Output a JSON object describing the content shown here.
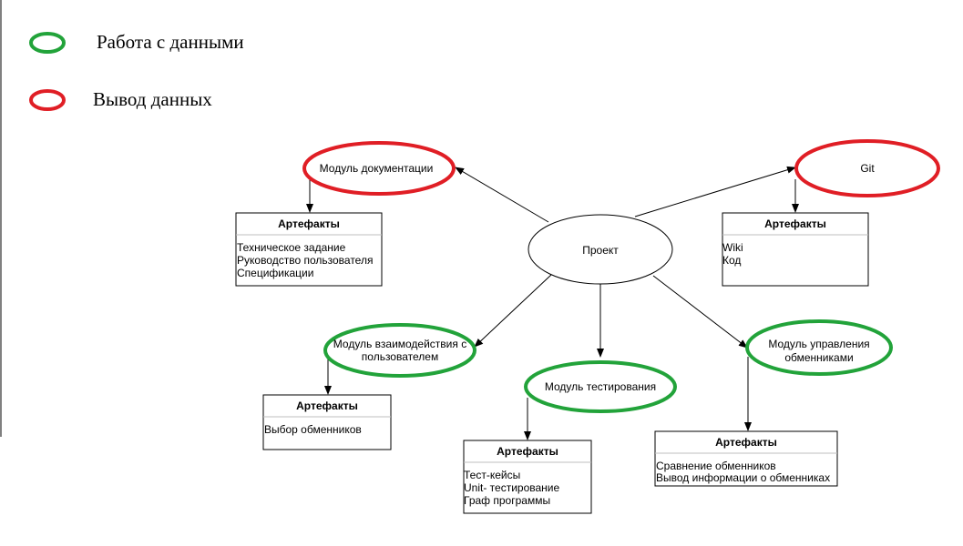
{
  "colors": {
    "green": "#22a33a",
    "red": "#e01e25",
    "stroke": "#000000"
  },
  "legend": {
    "green_label": "Работа с данными",
    "red_label": "Вывод данных"
  },
  "center": {
    "label": "Проект"
  },
  "nodes": {
    "doc": {
      "label": "Модуль документации",
      "artifacts_title": "Артефакты",
      "artifacts": [
        "Техническое задание",
        "Руководство пользователя",
        "Спецификации"
      ]
    },
    "git": {
      "label": "Git",
      "artifacts_title": "Артефакты",
      "artifacts": [
        "Wiki",
        "Код"
      ]
    },
    "ui": {
      "label_line1": "Модуль взаимодействия с",
      "label_line2": "пользователем",
      "artifacts_title": "Артефакты",
      "artifacts": [
        "Выбор обменников"
      ]
    },
    "test": {
      "label": "Модуль тестирования",
      "artifacts_title": "Артефакты",
      "artifacts": [
        "Тест-кейсы",
        "Unit- тестирование",
        "Граф программы"
      ]
    },
    "exch": {
      "label_line1": "Модуль управления",
      "label_line2": "обменниками",
      "artifacts_title": "Артефакты",
      "artifacts": [
        "Сравнение обменников",
        "Вывод информации о обменниках"
      ]
    }
  }
}
